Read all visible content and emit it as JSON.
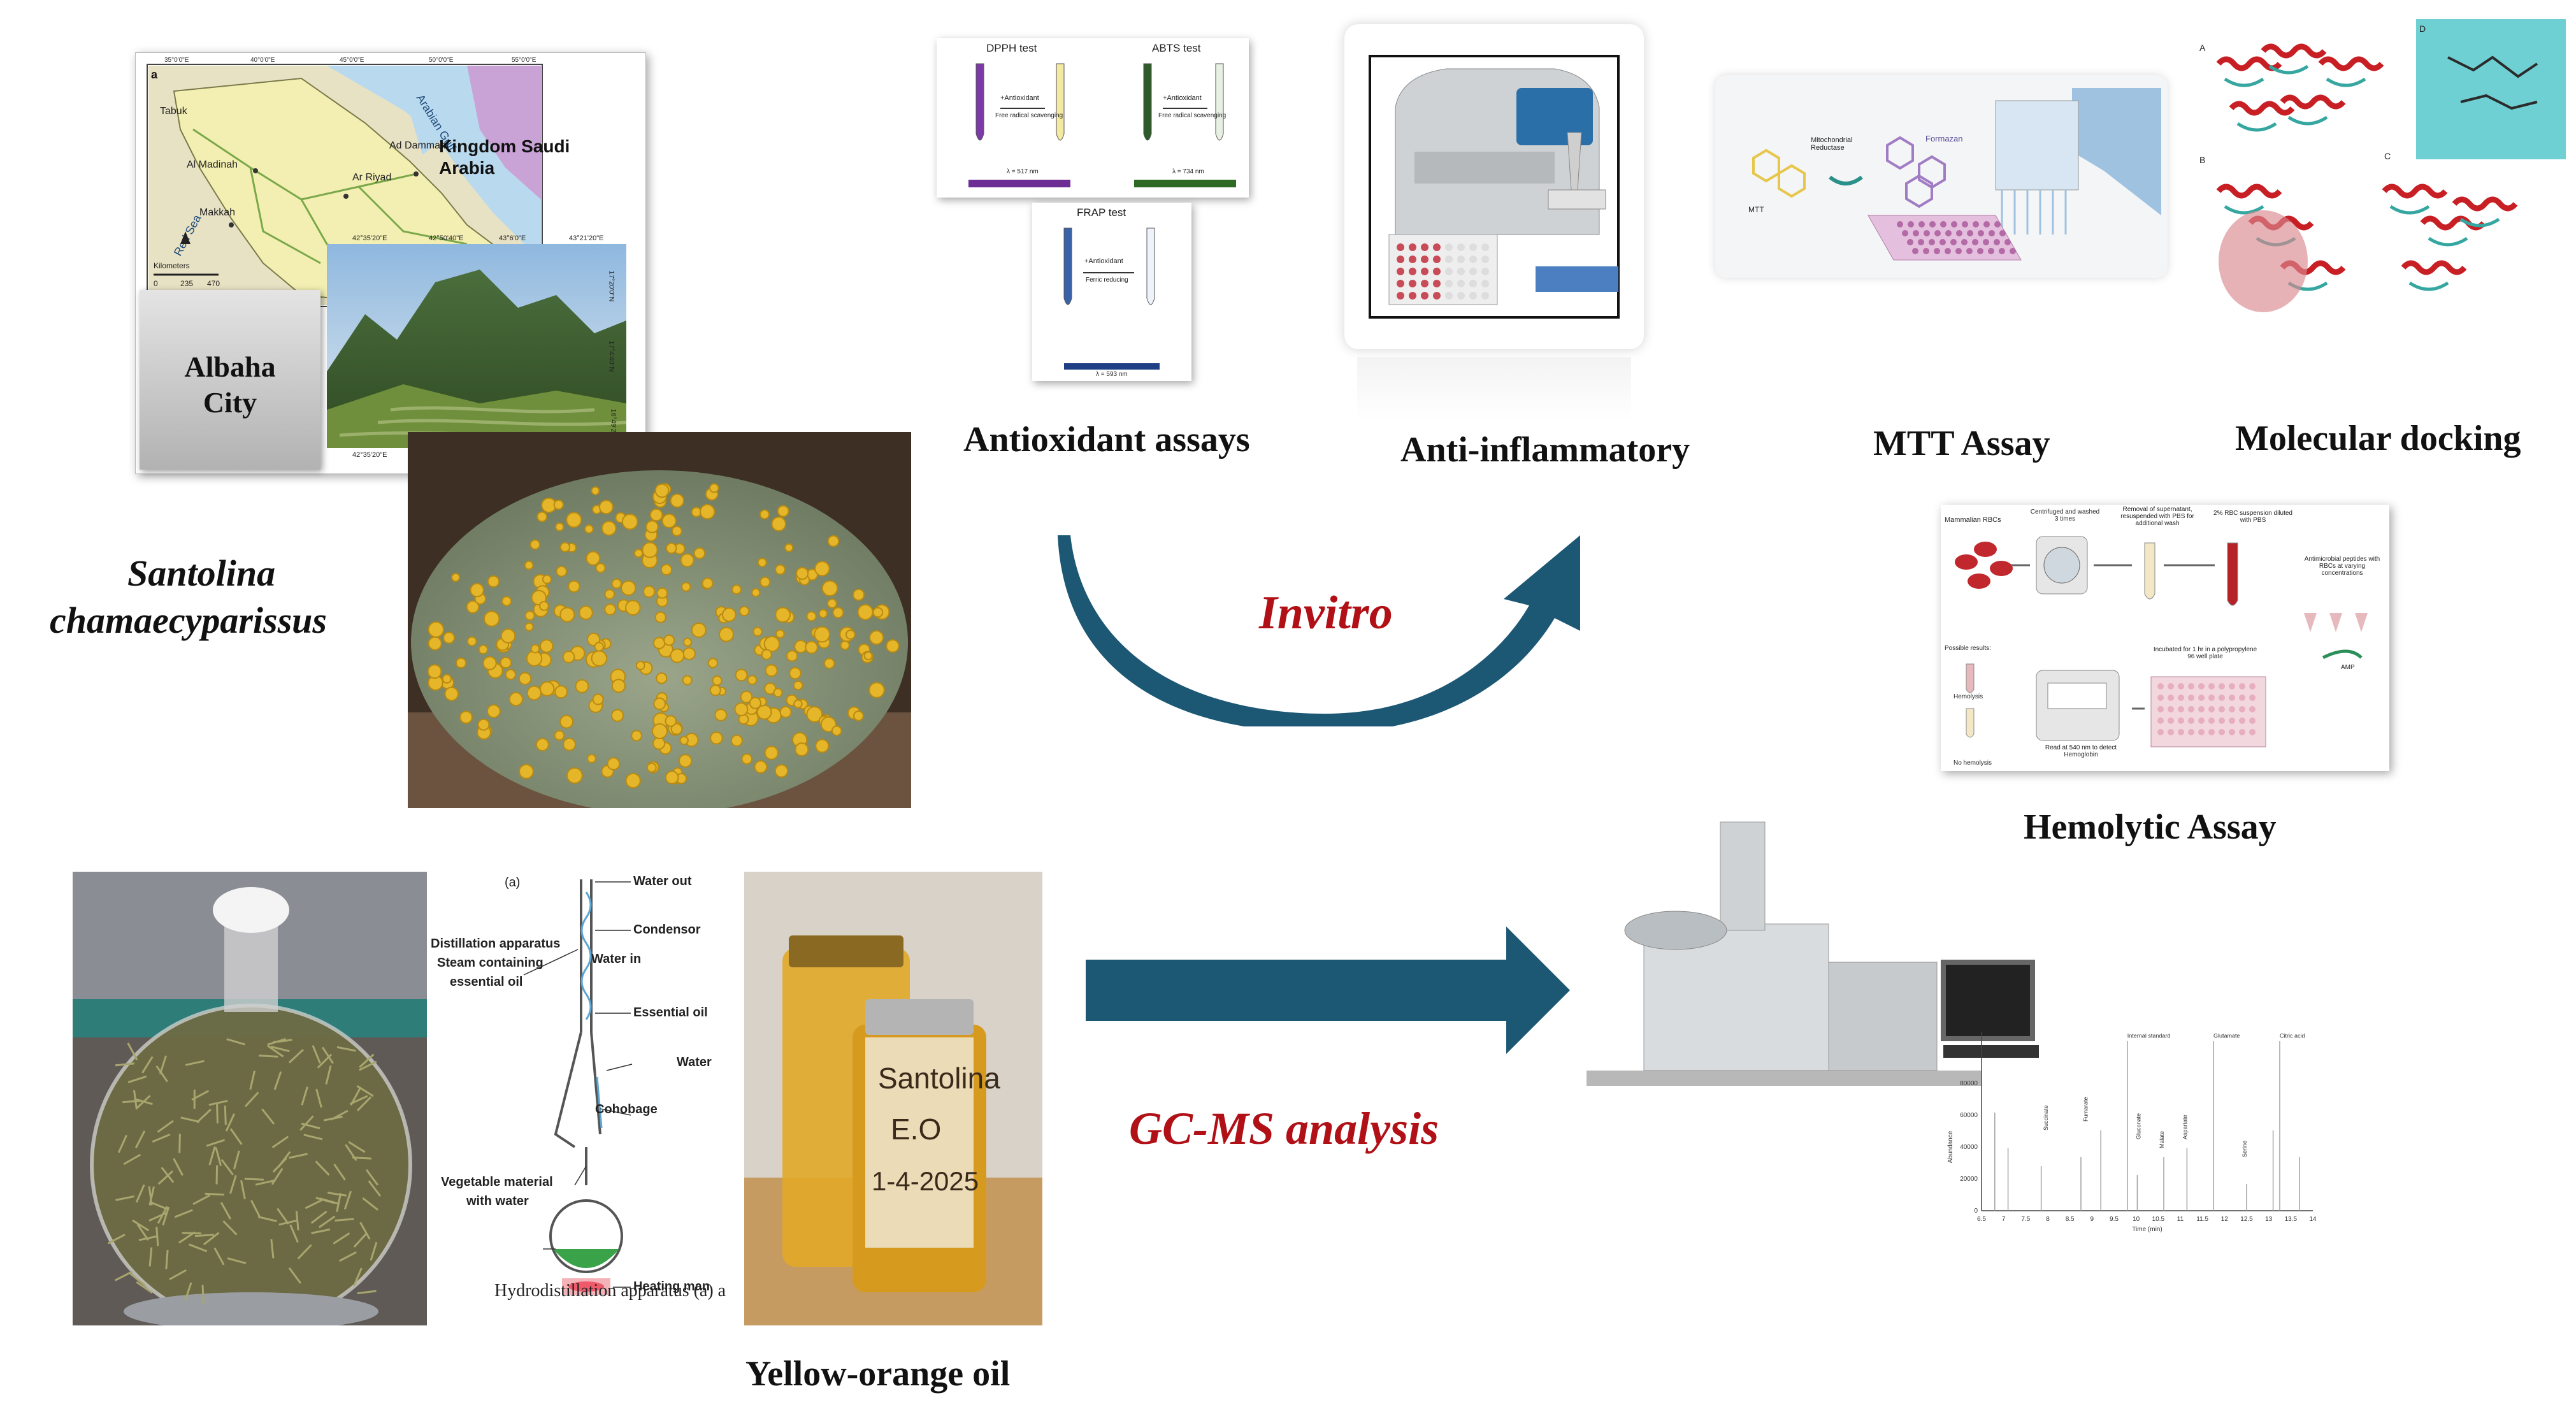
{
  "plant": {
    "name_line1": "Santolina",
    "name_line2": "chamaecyparissus",
    "map": {
      "panel_tag": "a",
      "country": "Kingdom Saudi Arabia",
      "city_line1": "Albaha",
      "city_line2": "City",
      "places": [
        "Tabuk",
        "Al Madinah",
        "Makkah",
        "Ar Riyad",
        "Ad Dammam",
        "Red Sea",
        "Arabian Gulf"
      ],
      "scale_label": "Kilometers",
      "scale_ticks": [
        "0",
        "235",
        "470"
      ],
      "top_ticks": [
        "35°0'0\"E",
        "40°0'0\"E",
        "45°0'0\"E",
        "50°0'0\"E",
        "55°0'0\"E"
      ],
      "photo_top_ticks": [
        "42°35'20\"E",
        "42°50'40\"E",
        "43°6'0\"E",
        "43°21'20\"E"
      ],
      "photo_side_ticks": [
        "17°20'0\"N",
        "17°4'40\"N",
        "16°49'20\"N"
      ]
    }
  },
  "invitro": {
    "arrow_label": "Invitro",
    "assays": {
      "antioxidant": {
        "title": "Antioxidant assays",
        "dpph": "DPPH test",
        "abts": "ABTS test",
        "frap": "FRAP test",
        "antioxidant_label": "+Antioxidant",
        "free_radical": "Free radical scavenging",
        "ferric_reducing": "Ferric reducing",
        "dpph_wavelength": "λ = 517 nm",
        "abts_wavelength": "λ = 734 nm",
        "frap_wavelength": "λ = 593 nm"
      },
      "anti_inflammatory": {
        "title": "Anti-inflammatory"
      },
      "mtt": {
        "title": "MTT Assay",
        "mtt_label": "MTT",
        "reduction": "Mitochondrial Reductase",
        "formazan": "Formazan"
      },
      "docking": {
        "title": "Molecular docking",
        "panels": [
          "A",
          "B",
          "C",
          "D"
        ]
      },
      "hemolytic": {
        "title": "Hemolytic Assay",
        "steps": [
          "Mammalian RBCs",
          "Centrifuged and washed 3 times",
          "Removal of supernatant, resuspended with PBS for additional wash",
          "2% RBC suspension diluted with PBS",
          "Antimicrobial peptides with RBCs at varying concentrations",
          "Incubated for 1 hr in a polypropylene 96 well plate",
          "Read at 540 nm to detect Hemoglobin",
          "Possible results:",
          "Hemolysis",
          "No hemolysis",
          "AMP"
        ]
      }
    }
  },
  "extraction": {
    "apparatus_tag": "(a)",
    "apparatus_caption": "Hydrodistillation apparatus (a) a",
    "apparatus_labels": [
      "Water out",
      "Condensor",
      "Distillation apparatus",
      "Steam containing",
      "essential oil",
      "Water in",
      "Essential oil",
      "Water",
      "Cohobage",
      "Vegetable material",
      "with water",
      "Heating man"
    ],
    "oil_label": "Yellow-orange oil",
    "jar_text": [
      "Santolina",
      "E.O",
      "1-4-2025"
    ]
  },
  "gcms": {
    "arrow_label": "GC-MS analysis",
    "peak_labels": [
      "Internal standard",
      "Glutamate",
      "Citric acid",
      "Gluconate",
      "Aspartate",
      "Malate",
      "Succinate",
      "Serine",
      "Fumarate"
    ],
    "x_ticks": [
      "6.5",
      "7",
      "7.5",
      "8",
      "8.5",
      "9",
      "9.5",
      "10",
      "10.5",
      "11",
      "11.5",
      "12",
      "12.5",
      "13",
      "13.5",
      "14"
    ],
    "y_ticks": [
      "0",
      "20000",
      "40000",
      "60000",
      "80000"
    ],
    "xlabel": "Time (min)",
    "ylabel": "Abundance"
  },
  "colors": {
    "arrow": "#1c5774",
    "red_label": "#b01016",
    "plant_green": "#7c8a6c",
    "flower_yellow": "#e5b52a"
  }
}
